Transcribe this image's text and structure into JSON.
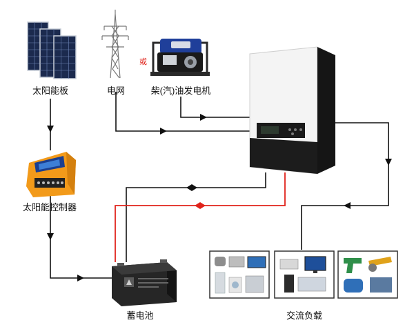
{
  "labels": {
    "solar_panel": "太阳能板",
    "grid": "电网",
    "or": "或",
    "generator": "柴(汽)油发电机",
    "solar_controller": "太阳能控制器",
    "battery": "蓄电池",
    "ac_load": "交流负载"
  },
  "colors": {
    "line": "#111111",
    "battery_positive": "#e0231b",
    "inverter_body": "#f4f4f4",
    "inverter_base": "#1c1c1c",
    "controller": "#f29a1a",
    "box_border": "#333333"
  },
  "icons": {
    "solar_panel": "solar-panel-icon",
    "grid": "transmission-tower-icon",
    "generator": "generator-icon",
    "inverter": "inverter-icon",
    "solar_controller": "charge-controller-icon",
    "battery": "battery-icon",
    "appliances": [
      "rice-cooker-icon",
      "microwave-icon",
      "tv-icon",
      "fridge-icon",
      "washer-icon",
      "printer-icon",
      "monitor-icon",
      "desktop-pc-icon",
      "drill-icon",
      "angle-grinder-icon",
      "motor-icon",
      "compressor-icon"
    ]
  }
}
